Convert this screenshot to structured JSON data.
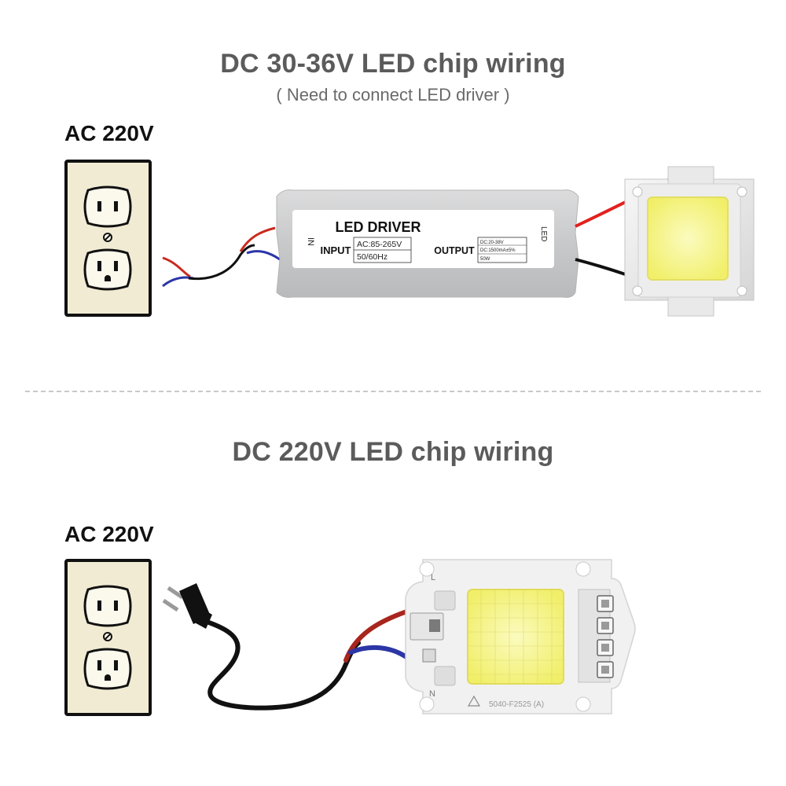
{
  "section_top": {
    "title": "DC 30-36V LED chip wiring",
    "subtitle": "( Need to connect LED driver )",
    "ac_label": "AC 220V",
    "driver": {
      "name": "LED DRIVER",
      "in_label": "IN",
      "led_label": "LED",
      "input_label": "INPUT",
      "input_voltage": "AC:85-265V",
      "input_freq": "50/60Hz",
      "output_label": "OUTPUT",
      "output_voltage": "DC:20-38V",
      "output_current": "DC:1500mA±5%",
      "output_power": "50W"
    }
  },
  "section_bottom": {
    "title": "DC 220V LED chip wiring",
    "ac_label": "AC 220V",
    "chip": {
      "pin_l": "L",
      "pin_n": "N",
      "code": "5040-F2525 (A)"
    }
  },
  "colors": {
    "title": "#5b5b5b",
    "wire_red": "#d9211e",
    "wire_blue": "#2b35a8",
    "wire_black": "#111111",
    "outlet_plate": "#f1ebd3",
    "led_yellow": "#f4f27a",
    "driver_body": "#c9cacb"
  }
}
